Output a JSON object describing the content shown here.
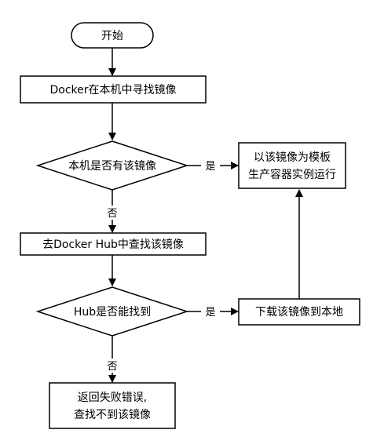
{
  "diagram": {
    "nodes": {
      "start": "开始",
      "search_local": "Docker在本机中寻找镜像",
      "local_exists": "本机是否有该镜像",
      "run_container_line1": "以该镜像为模板",
      "run_container_line2": "生产容器实例运行",
      "search_hub": "去Docker Hub中查找该镜像",
      "hub_found": "Hub是否能找到",
      "download": "下载该镜像到本地",
      "error_line1": "返回失败错误,",
      "error_line2": "查找不到该镜像"
    },
    "edges": {
      "local_yes": "是",
      "local_no": "否",
      "hub_yes": "是",
      "hub_no": "否"
    }
  }
}
